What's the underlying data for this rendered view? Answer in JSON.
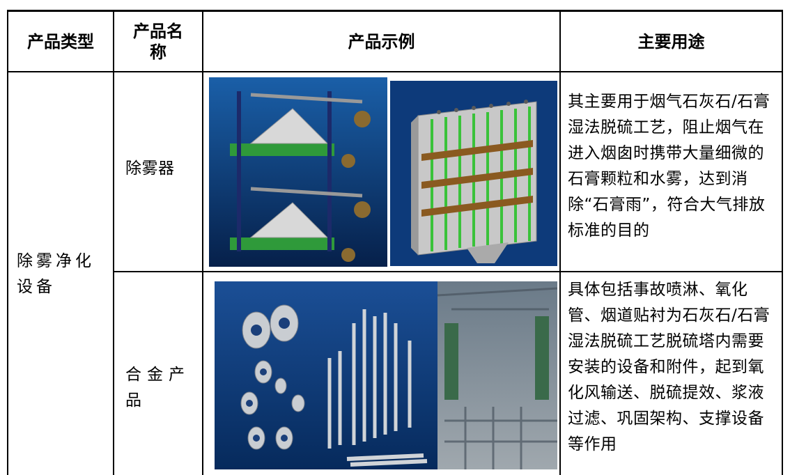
{
  "headers": {
    "type": "产品类型",
    "name": "产品名称",
    "example": "产品示例",
    "usage": "主要用途"
  },
  "category": "除雾净化设备",
  "rows": [
    {
      "name": "除雾器",
      "usage": "其主要用于烟气石灰石/石膏湿法脱硫工艺，阻止烟气在进入烟囱时携带大量细微的石膏颗粒和水雾，达到消除“石膏雨”，符合大气排放标准的目的"
    },
    {
      "name": "合金产品",
      "usage": "具体包括事故喷淋、氧化管、烟道贴衬为石灰石/石膏湿法脱硫工艺脱硫塔内需要安装的设备和附件，起到氧化风输送、脱硫提效、浆液过滤、巩固架构、支撑设备等作用"
    }
  ],
  "colors": {
    "border": "#000000",
    "image_bg": "#0d3a7a"
  }
}
